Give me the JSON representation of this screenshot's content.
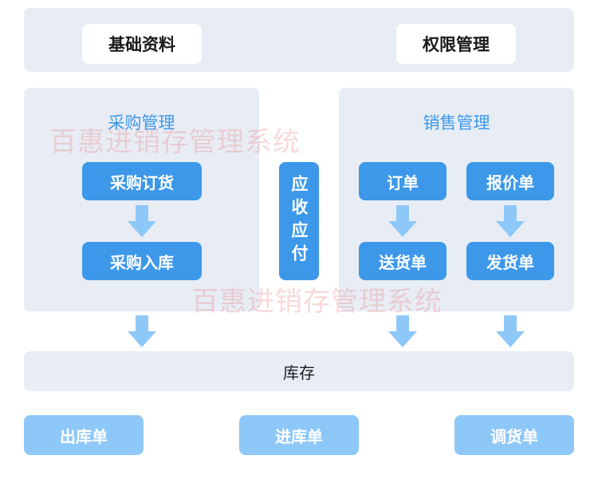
{
  "top": {
    "base_data": "基础资料",
    "permission": "权限管理"
  },
  "purchase": {
    "title": "采购管理",
    "order": "采购订货",
    "stock_in": "采购入库"
  },
  "receivable": "应收应付",
  "sales": {
    "title": "销售管理",
    "order": "订单",
    "quote": "报价单",
    "delivery_note": "送货单",
    "shipment": "发货单"
  },
  "inventory": "库存",
  "bottom": {
    "out": "出库单",
    "in": "进库单",
    "transfer": "调货单"
  },
  "watermark": "百惠进销存管理系统",
  "colors": {
    "panel": "#e8edf5",
    "primary": "#3d98ea",
    "light": "#8ec8f8",
    "arrow": "#8ec8f8"
  }
}
